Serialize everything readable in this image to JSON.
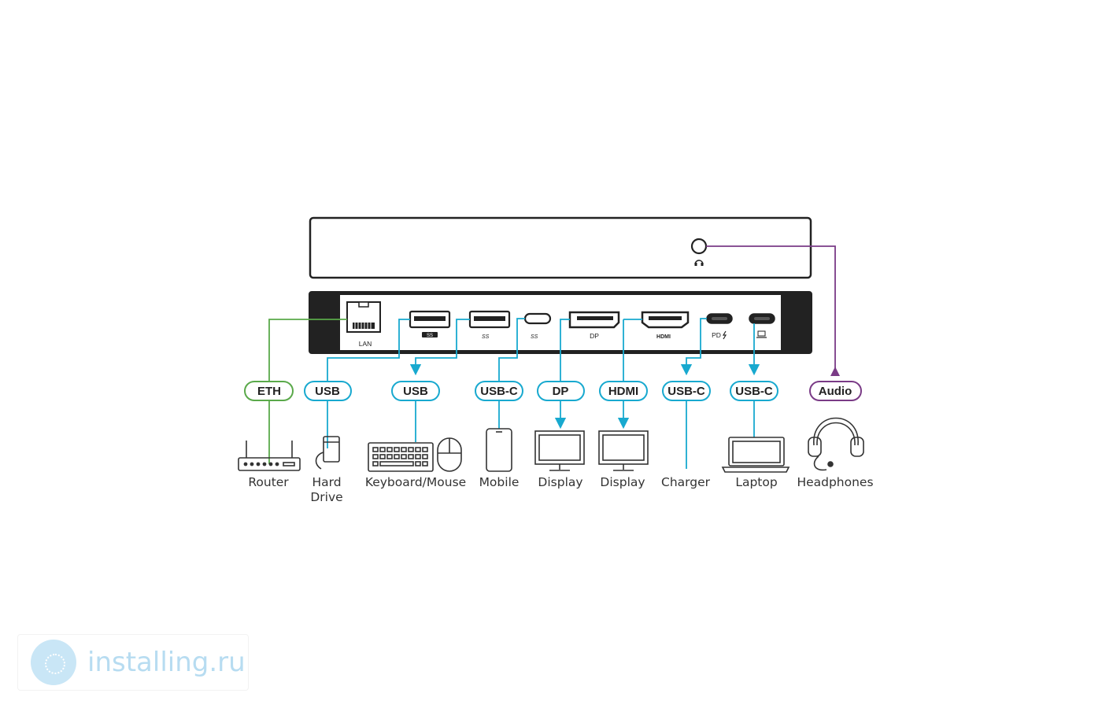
{
  "ports": {
    "lan": "LAN",
    "dp": "DP",
    "hdmi": "HDMI",
    "pd": "PD",
    "audio_icon": "headset-icon",
    "usb_logo": "SS"
  },
  "connections": [
    {
      "label": "ETH",
      "device": "Router",
      "color": "#5aa94a"
    },
    {
      "label": "USB",
      "device": "Hard Drive",
      "color": "#18a9cf"
    },
    {
      "label": "USB",
      "device": "Keyboard/Mouse",
      "color": "#18a9cf"
    },
    {
      "label": "USB-C",
      "device": "Mobile",
      "color": "#18a9cf"
    },
    {
      "label": "DP",
      "device": "Display",
      "color": "#18a9cf"
    },
    {
      "label": "HDMI",
      "device": "Display",
      "color": "#18a9cf"
    },
    {
      "label": "USB-C",
      "device": "Charger",
      "color": "#18a9cf"
    },
    {
      "label": "USB-C",
      "device": "Laptop",
      "color": "#18a9cf"
    },
    {
      "label": "Audio",
      "device": "Headphones",
      "color": "#7a3b86"
    }
  ],
  "hard_drive_lines": [
    "Hard",
    "Drive"
  ],
  "watermark": "installing.ru",
  "colors": {
    "eth": "#5aa94a",
    "usb": "#18a9cf",
    "audio": "#7a3b86",
    "body": "#222222"
  }
}
